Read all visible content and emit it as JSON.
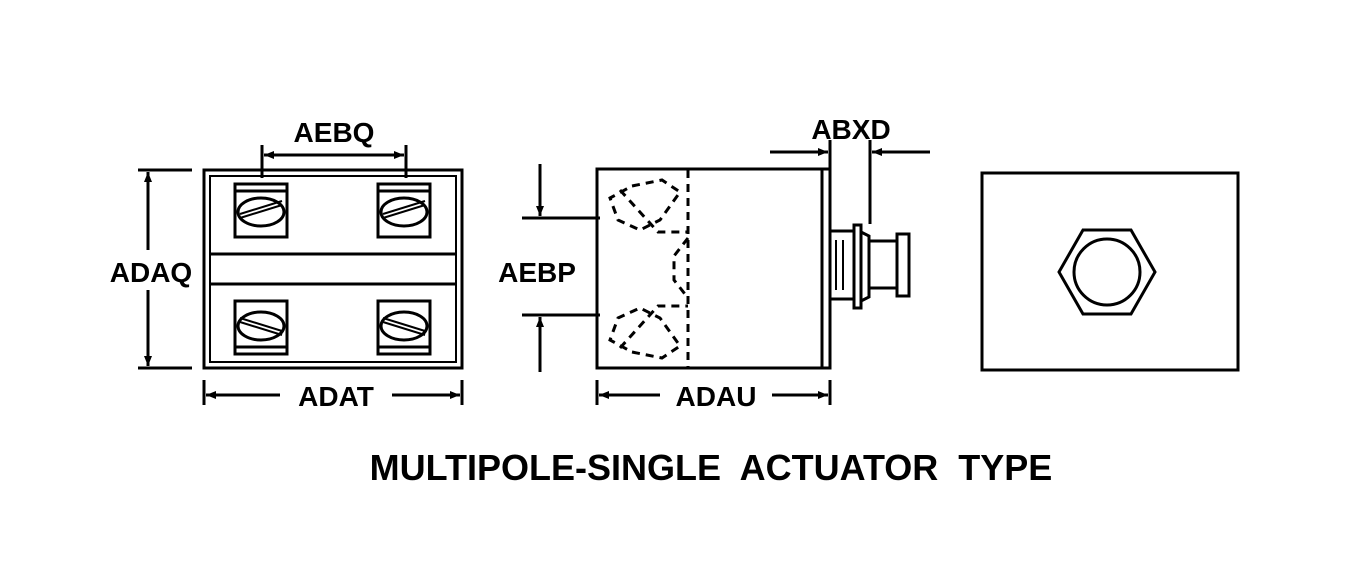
{
  "labels": {
    "aebq": "AEBQ",
    "adaq": "ADAQ",
    "adat": "ADAT",
    "aebp": "AEBP",
    "adau": "ADAU",
    "abxd": "ABXD"
  },
  "title": "MULTIPOLE-SINGLE  ACTUATOR  TYPE"
}
